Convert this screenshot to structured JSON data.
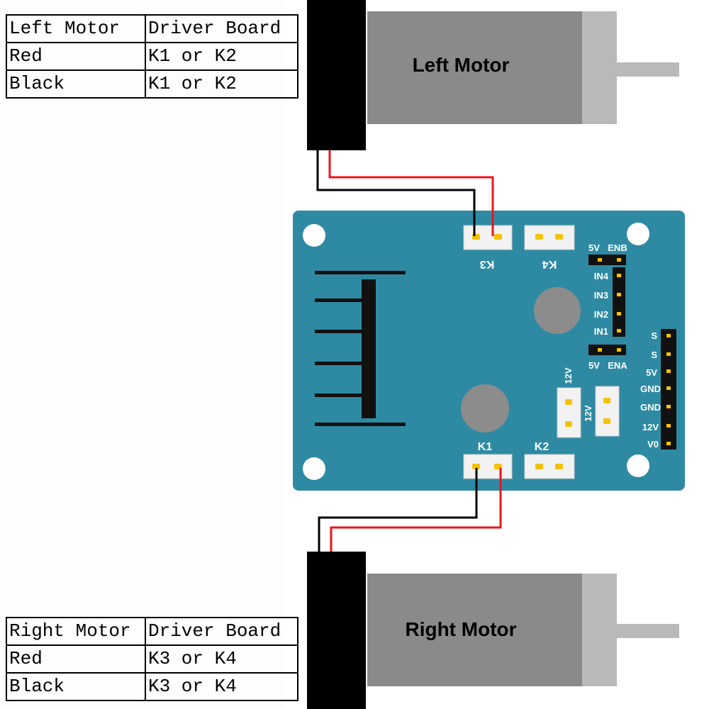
{
  "tables": {
    "left": {
      "header": [
        "Left Motor",
        "Driver Board"
      ],
      "rows": [
        [
          "Red",
          "K1 or K2"
        ],
        [
          "Black",
          "K1 or K2"
        ]
      ]
    },
    "right": {
      "header": [
        "Right Motor",
        "Driver Board"
      ],
      "rows": [
        [
          "Red",
          "K3 or K4"
        ],
        [
          "Black",
          "K3 or K4"
        ]
      ]
    }
  },
  "motors": {
    "left": {
      "label": "Left Motor"
    },
    "right": {
      "label": "Right Motor"
    }
  },
  "board": {
    "connectors": {
      "k1": "K1",
      "k2": "K2",
      "k3": "K3",
      "k4": "K4"
    },
    "pwr_left": "12V",
    "pwr_right": "12V",
    "enb": {
      "left": "5V",
      "right": "ENB"
    },
    "ena": {
      "left": "5V",
      "right": "ENA"
    },
    "inputs": [
      "IN4",
      "IN3",
      "IN2",
      "IN1"
    ],
    "power_pins": [
      "S",
      "S",
      "5V",
      "GND",
      "GND",
      "12V",
      "V0"
    ]
  },
  "colors": {
    "board": "#2e8aa3",
    "motor_body": "#8a8a8a",
    "wire_red": "#e8151b",
    "wire_black": "#000000",
    "pin": "#f5c200"
  }
}
